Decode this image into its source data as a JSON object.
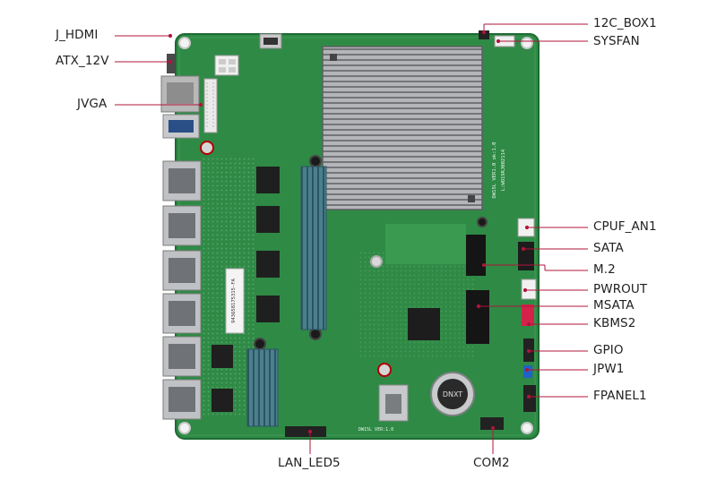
{
  "figure": {
    "subject": "Mini-ITX motherboard with six LAN ports",
    "callouts": {
      "left": [
        {
          "id": "j_hdmi",
          "text": "J_HDMI"
        },
        {
          "id": "atx_12v",
          "text": "ATX_12V"
        },
        {
          "id": "jvga",
          "text": "JVGA"
        }
      ],
      "right": [
        {
          "id": "12c_box1",
          "text": "12C_BOX1"
        },
        {
          "id": "sysfan",
          "text": "SYSFAN"
        },
        {
          "id": "cpuf_an1",
          "text": "CPUF_AN1"
        },
        {
          "id": "sata",
          "text": "SATA"
        },
        {
          "id": "m2",
          "text": "M.2"
        },
        {
          "id": "pwrout",
          "text": "PWROUT"
        },
        {
          "id": "msata",
          "text": "MSATA"
        },
        {
          "id": "kbms2",
          "text": "KBMS2"
        },
        {
          "id": "gpio",
          "text": "GPIO"
        },
        {
          "id": "jpw1",
          "text": "JPW1"
        },
        {
          "id": "fpanel1",
          "text": "FPANEL1"
        }
      ],
      "bottom": [
        {
          "id": "lan_led5",
          "text": "LAN_LED5"
        },
        {
          "id": "com2",
          "text": "COM2"
        }
      ]
    },
    "board_markings": {
      "sticker": "943658175315-FA",
      "silk_small": "DW15L VER:1.0",
      "chip_brand": "DNXT",
      "side_label_1": "DW15L VER1.0 ok:1.0",
      "side_label_2": "L:WO19RJ002114"
    },
    "colors": {
      "pcb": "#2f8a45",
      "pcb_dark": "#1d6b33",
      "heatsink": "#9a9ca0",
      "leader": "#b0143a"
    }
  }
}
